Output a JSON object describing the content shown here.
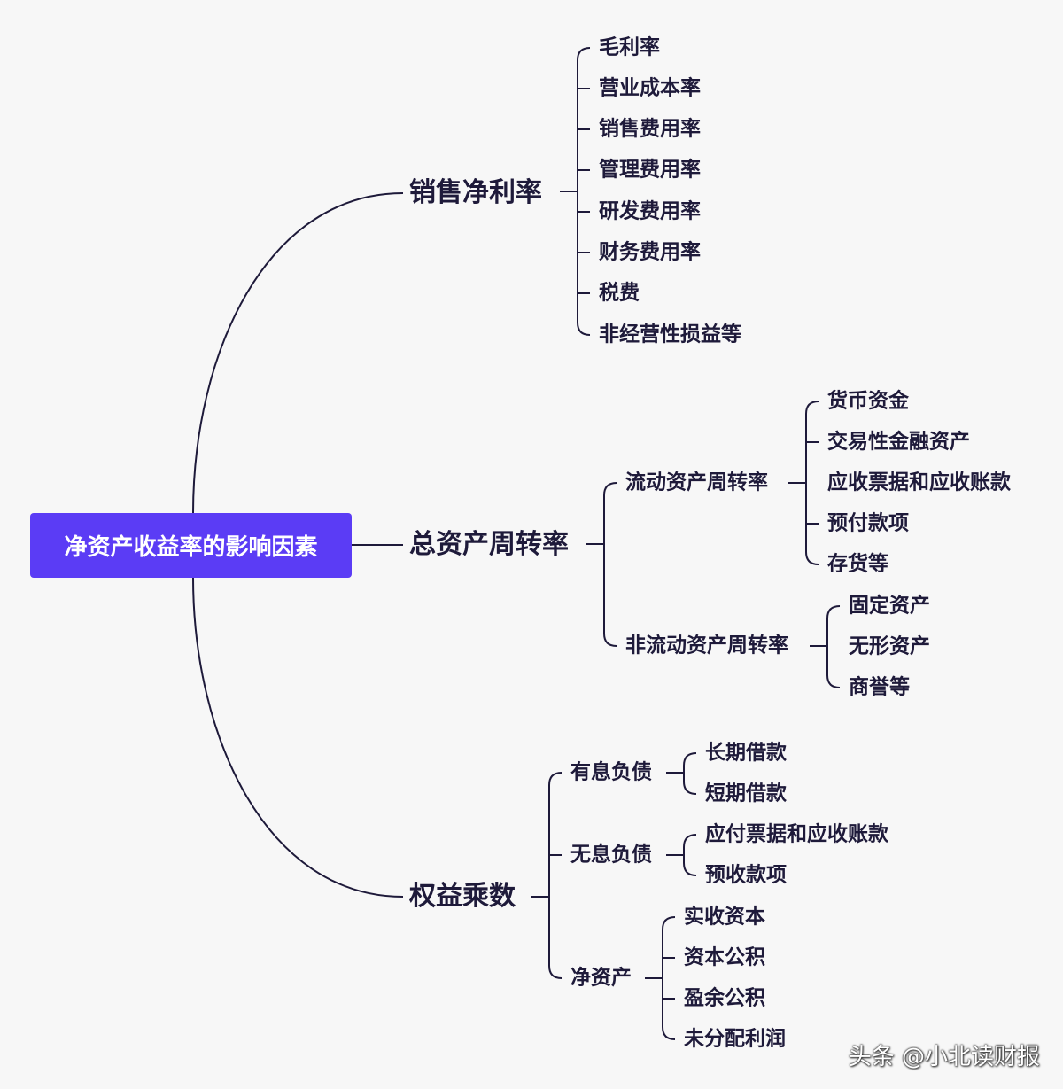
{
  "root": {
    "label": "净资产收益率的影响因素"
  },
  "branches": {
    "sales_margin": {
      "label": "销售净利率",
      "items": [
        "毛利率",
        "营业成本率",
        "销售费用率",
        "管理费用率",
        "研发费用率",
        "财务费用率",
        "税费",
        "非经营性损益等"
      ]
    },
    "asset_turnover": {
      "label": "总资产周转率",
      "current": {
        "label": "流动资产周转率",
        "items": [
          "货币资金",
          "交易性金融资产",
          "应收票据和应收账款",
          "预付款项",
          "存货等"
        ]
      },
      "noncurrent": {
        "label": "非流动资产周转率",
        "items": [
          "固定资产",
          "无形资产",
          "商誉等"
        ]
      }
    },
    "equity_multiplier": {
      "label": "权益乘数",
      "interest_debt": {
        "label": "有息负债",
        "items": [
          "长期借款",
          "短期借款"
        ]
      },
      "noninterest_debt": {
        "label": "无息负债",
        "items": [
          "应付票据和应收账款",
          "预收款项"
        ]
      },
      "net_assets": {
        "label": "净资产",
        "items": [
          "实收资本",
          "资本公积",
          "盈余公积",
          "未分配利润"
        ]
      }
    }
  },
  "watermark": "头条 @小北读财报",
  "colors": {
    "root_bg": "#5b3cf5",
    "line": "#1e1a3a",
    "text": "#1e1a3a",
    "background": "#f7f7f7"
  }
}
